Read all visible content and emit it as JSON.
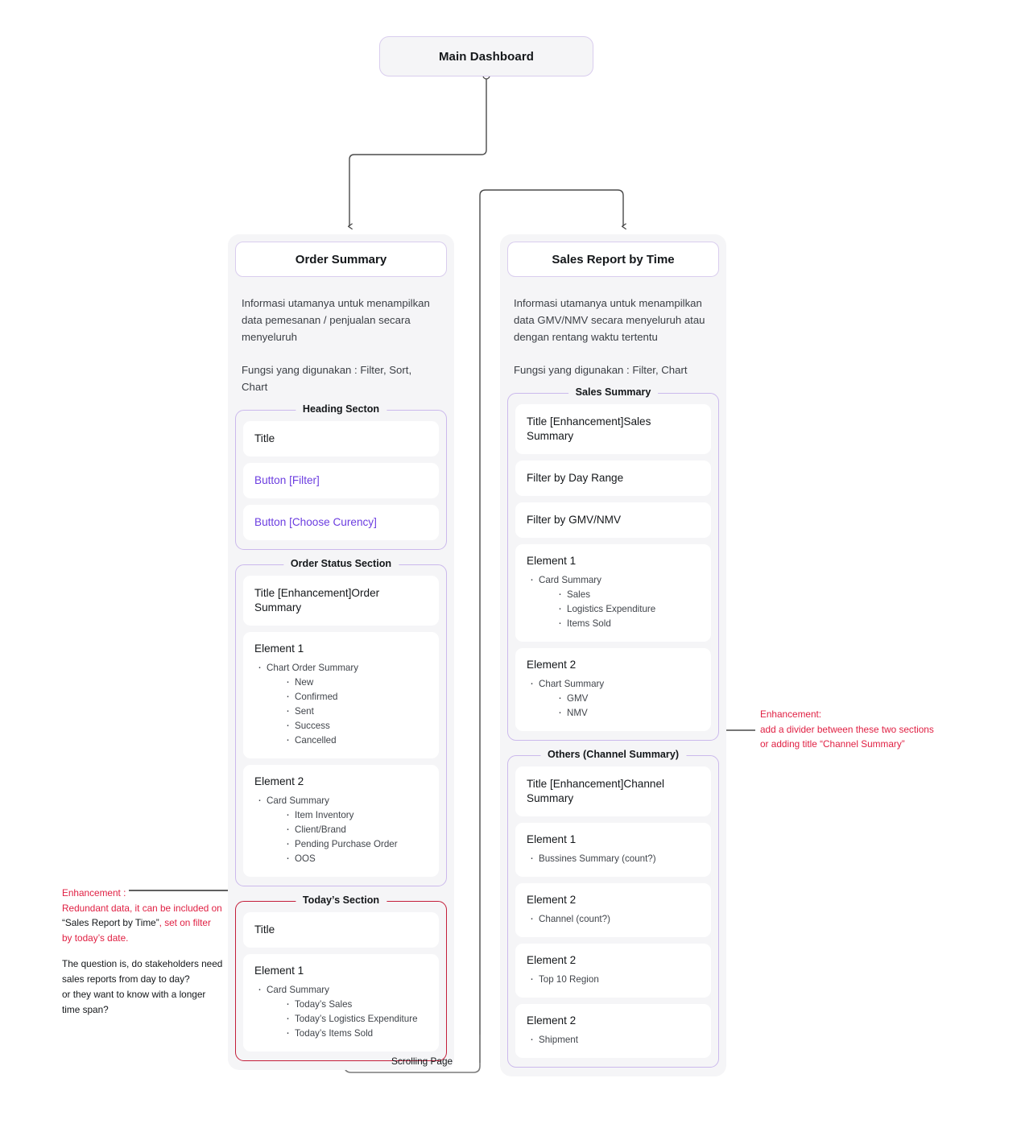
{
  "diagram": {
    "root": {
      "label": "Main Dashboard"
    },
    "scrolling_label": "Scrolling Page",
    "colors": {
      "node_border": "#d9cdee",
      "group_border": "#cbb9ec",
      "group_border_red": "#c41e3a",
      "enhancement_red": "#e02043",
      "button_purple": "#6c3ee0",
      "shell_bg": "#f5f5f7",
      "card_bg": "#ffffff",
      "wire": "#4a4a4a"
    },
    "columns": [
      {
        "id": "order-summary",
        "header": "Order Summary",
        "description": "Informasi utamanya untuk menampilkan data pemesanan / penjualan secara menyeluruh",
        "functions": "Fungsi yang digunakan : Filter, Sort,  Chart",
        "groups": [
          {
            "id": "heading-section",
            "legend": "Heading Secton",
            "accent": "purple",
            "cards": [
              {
                "type": "title",
                "title": "Title"
              },
              {
                "type": "title",
                "title": "Button [Filter]",
                "style": "purple"
              },
              {
                "type": "title",
                "title": "Button [Choose Curency]",
                "style": "purple"
              }
            ]
          },
          {
            "id": "order-status-section",
            "legend": "Order Status Section",
            "accent": "purple",
            "cards": [
              {
                "type": "title",
                "title": "Title [Enhancement]",
                "enhancement": "Order Summary"
              },
              {
                "type": "element",
                "title": "Element 1",
                "bullets": [
                  {
                    "label": "Chart Order Summary",
                    "children": [
                      "New",
                      "Confirmed",
                      "Sent",
                      "Success",
                      "Cancelled"
                    ]
                  }
                ]
              },
              {
                "type": "element",
                "title": "Element 2",
                "bullets": [
                  {
                    "label": "Card Summary",
                    "children": [
                      "Item Inventory",
                      "Client/Brand",
                      "Pending Purchase Order",
                      "OOS"
                    ]
                  }
                ]
              }
            ]
          },
          {
            "id": "todays-section",
            "legend": "Today’s Section",
            "accent": "red",
            "cards": [
              {
                "type": "title",
                "title": "Title"
              },
              {
                "type": "element",
                "title": "Element 1",
                "bullets": [
                  {
                    "label": "Card Summary",
                    "children": [
                      "Today’s Sales",
                      "Today’s Logistics Expenditure",
                      "Today’s Items Sold"
                    ]
                  }
                ]
              }
            ]
          }
        ]
      },
      {
        "id": "sales-report-by-time",
        "header": "Sales Report by Time",
        "description": "Informasi utamanya untuk menampilkan data GMV/NMV secara menyeluruh atau dengan rentang waktu tertentu",
        "functions": "Fungsi yang digunakan : Filter,  Chart",
        "groups": [
          {
            "id": "sales-summary",
            "legend": "Sales Summary",
            "accent": "purple",
            "cards": [
              {
                "type": "title",
                "title": "Title [Enhancement]",
                "enhancement": "Sales Summary"
              },
              {
                "type": "title",
                "title": "Filter by Day Range"
              },
              {
                "type": "title",
                "title": "Filter by GMV/NMV"
              },
              {
                "type": "element",
                "title": "Element 1",
                "bullets": [
                  {
                    "label": "Card Summary",
                    "children": [
                      "Sales",
                      "Logistics Expenditure",
                      "Items Sold"
                    ]
                  }
                ]
              },
              {
                "type": "element",
                "title": "Element 2",
                "bullets": [
                  {
                    "label": "Chart Summary",
                    "children": [
                      "GMV",
                      "NMV"
                    ]
                  }
                ]
              }
            ]
          },
          {
            "id": "others-channel-summary",
            "legend": "Others (Channel Summary)",
            "accent": "purple",
            "cards": [
              {
                "type": "title",
                "title": "Title [Enhancement]",
                "enhancement": "Channel Summary"
              },
              {
                "type": "element",
                "title": "Element 1",
                "bullets": [
                  {
                    "label": "Bussines Summary (count?)",
                    "children": []
                  }
                ]
              },
              {
                "type": "element",
                "title": "Element 2",
                "bullets": [
                  {
                    "label": "Channel (count?)",
                    "children": []
                  }
                ]
              },
              {
                "type": "element",
                "title": "Element 2",
                "bullets": [
                  {
                    "label": "Top 10 Region",
                    "children": []
                  }
                ]
              },
              {
                "type": "element",
                "title": "Element 2",
                "bullets": [
                  {
                    "label": "Shipment",
                    "children": []
                  }
                ]
              }
            ]
          }
        ]
      }
    ],
    "annotations": {
      "right": {
        "line1": "Enhancement:",
        "line2": "add a divider between these two sections",
        "line3": "or adding title “Channel Summary”"
      },
      "left": {
        "heading": "Enhancement :",
        "body_red_1": "Redundant data, it can be included on",
        "body_dark_quote": "“Sales Report by Time”",
        "body_red_2": ", set on",
        "body_red_3": "filter by today’s date.",
        "question": "The question is, do stakeholders need sales reports from day to day?\nor they want to know with a longer time span?"
      }
    }
  }
}
